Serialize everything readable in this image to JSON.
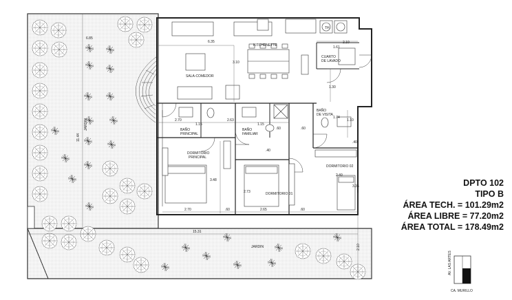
{
  "rooms": {
    "jardin_west": "JARDIN",
    "jardin_south": "JARDIN",
    "sala": "SALA-COMEDOR",
    "kitchenette": "KITCHENETTE",
    "lavado_1": "CUARTO",
    "lavado_2": "DE LAVADO",
    "th": "TH",
    "bano_visita_1": "BAÑO",
    "bano_visita_2": "DE VISITA",
    "bano_principal_1": "BAÑO",
    "bano_principal_2": "PRINCIPAL",
    "bano_familiar_1": "BAÑO",
    "bano_familiar_2": "FAMILIAR",
    "dorm_principal_1": "DORMITORIO",
    "dorm_principal_2": "PRINCIPAL",
    "dorm_01": "DORMITORIO 01",
    "dorm_02": "DORMITORIO 02"
  },
  "dimensions": {
    "d_685": "6.85",
    "d_1144": "11.44",
    "d_635": "6.35",
    "d_310a": "3.10",
    "d_210": "2.10",
    "d_161": "1.61",
    "d_130": "1.30",
    "d_270a": "2.70",
    "d_115a": "1.15",
    "d_263": "2.63",
    "d_115b": "1.15",
    "d_60a": ".60",
    "d_60b": ".60",
    "d_174": "1.74",
    "d_110": "1.10",
    "d_40a": ".40",
    "d_40b": ".40",
    "d_348": "3.48",
    "d_273": "2.73",
    "d_240": "2.40",
    "d_335": "3.35",
    "d_270b": "2.70",
    "d_60c": ".60",
    "d_265": "2.65",
    "d_60d": ".60",
    "d_1531": "15.31",
    "d_210b": "2.10"
  },
  "info": {
    "line1": "DPTO 102",
    "line2": "TIPO B",
    "line3": "ÁREA TECH. = 101.29m2",
    "line4": "ÁREA LIBRE = 77.20m2",
    "line5": "ÁREA TOTAL = 178.49m2"
  },
  "keyplan": {
    "street_vertical": "AV. LAS ARTES",
    "street_horizontal": "CA. MURILLO"
  }
}
